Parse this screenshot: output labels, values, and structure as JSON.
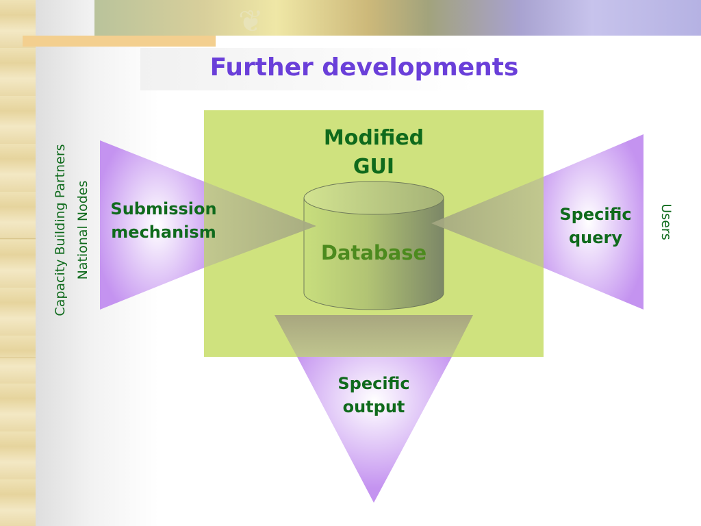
{
  "slide": {
    "title": "Further developments"
  },
  "diagram": {
    "box_title": "Modified GUI",
    "database": "Database",
    "left_funnel": "Submission mechanism",
    "right_funnel": "Specific query",
    "bottom_funnel": "Specific output",
    "left_side_label_1": "Capacity Building Partners",
    "left_side_label_2": "National Nodes",
    "right_side_label": "Users"
  },
  "colors": {
    "title": "#6a3fd9",
    "label_green": "#0f6a1c",
    "database_text": "#4c8a1e",
    "box_fill": "#cfe27e",
    "funnel_purple": "#c79af0"
  }
}
